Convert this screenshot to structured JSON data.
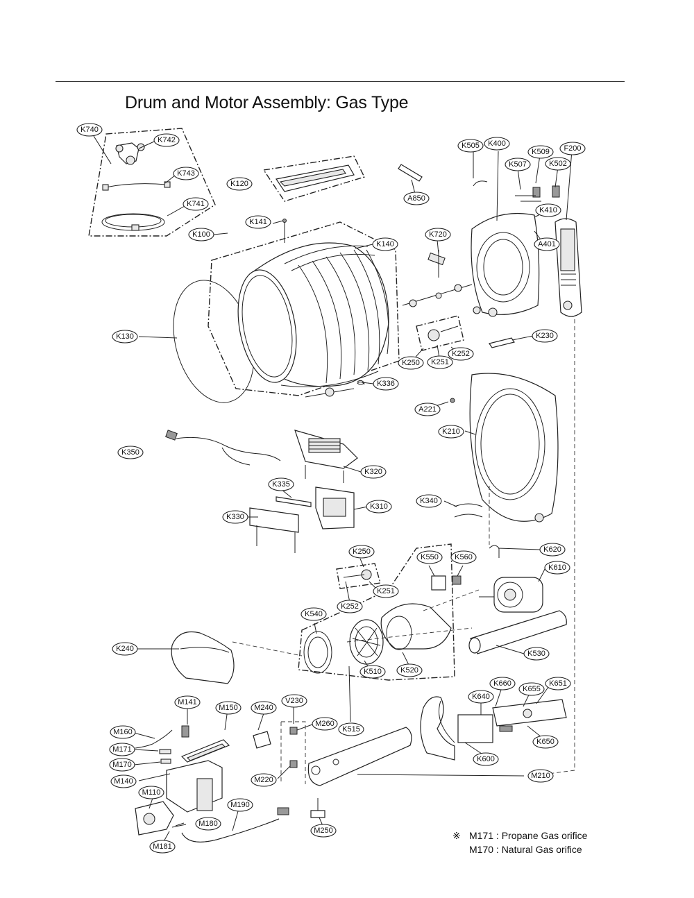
{
  "title": "Drum and Motor Assembly: Gas Type",
  "labels": {
    "K740": "K740",
    "K742": "K742",
    "K743": "K743",
    "K741": "K741",
    "K120": "K120",
    "K141": "K141",
    "K100": "K100",
    "K140": "K140",
    "K130": "K130",
    "K336": "K336",
    "A850": "A850",
    "K720": "K720",
    "K505": "K505",
    "K400": "K400",
    "K507": "K507",
    "K509": "K509",
    "K502": "K502",
    "F200": "F200",
    "K410": "K410",
    "A401": "A401",
    "K230": "K230",
    "K250a": "K250",
    "K251a": "K251",
    "K252a": "K252",
    "A221": "A221",
    "K210": "K210",
    "K350": "K350",
    "K320": "K320",
    "K335": "K335",
    "K310": "K310",
    "K330": "K330",
    "K340": "K340",
    "K620": "K620",
    "K610": "K610",
    "K250b": "K250",
    "K251b": "K251",
    "K252b": "K252",
    "K550": "K550",
    "K560": "K560",
    "K540": "K540",
    "K240": "K240",
    "K510": "K510",
    "K520": "K520",
    "K530": "K530",
    "K515": "K515",
    "K660": "K660",
    "K651": "K651",
    "K640": "K640",
    "K655": "K655",
    "K650": "K650",
    "K600": "K600",
    "M141": "M141",
    "M150": "M150",
    "M240": "M240",
    "V230": "V230",
    "M260": "M260",
    "M160": "M160",
    "M171": "M171",
    "M170": "M170",
    "M140": "M140",
    "M220": "M220",
    "M210": "M210",
    "M110": "M110",
    "M190": "M190",
    "M180": "M180",
    "M181": "M181",
    "M250": "M250"
  },
  "note": {
    "mark": "※",
    "lines": [
      "M171 : Propane Gas orifice",
      "M170 : Natural Gas orifice"
    ]
  }
}
